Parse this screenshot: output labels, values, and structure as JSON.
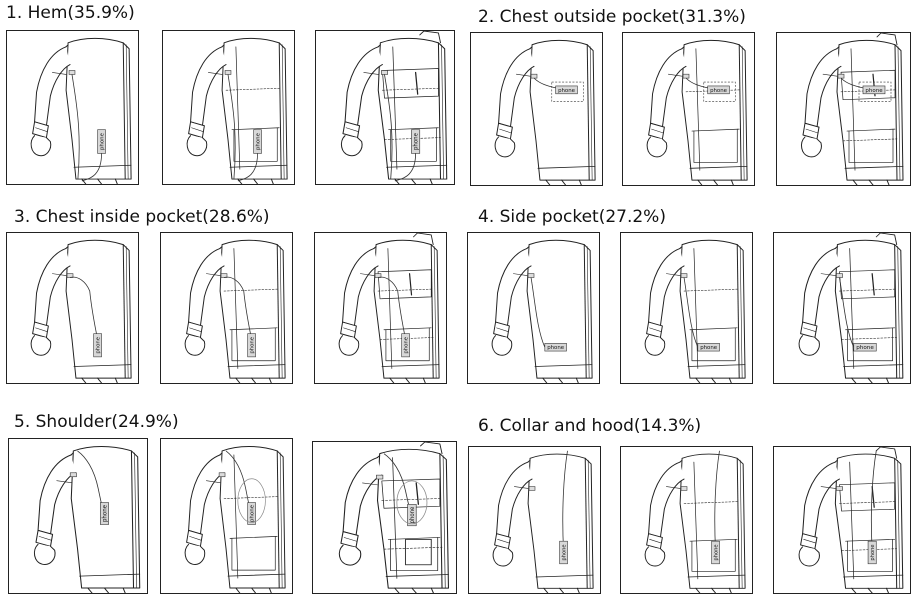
{
  "groups": [
    {
      "label": "1. Hem(35.9%)"
    },
    {
      "label": "2. Chest outside pocket(31.3%)"
    },
    {
      "label": "3. Chest inside pocket(28.6%)"
    },
    {
      "label": "4. Side pocket(27.2%)"
    },
    {
      "label": "5. Shoulder(24.9%)"
    },
    {
      "label": "6. Collar and hood(14.3%)"
    }
  ],
  "phone_tag": "phone"
}
